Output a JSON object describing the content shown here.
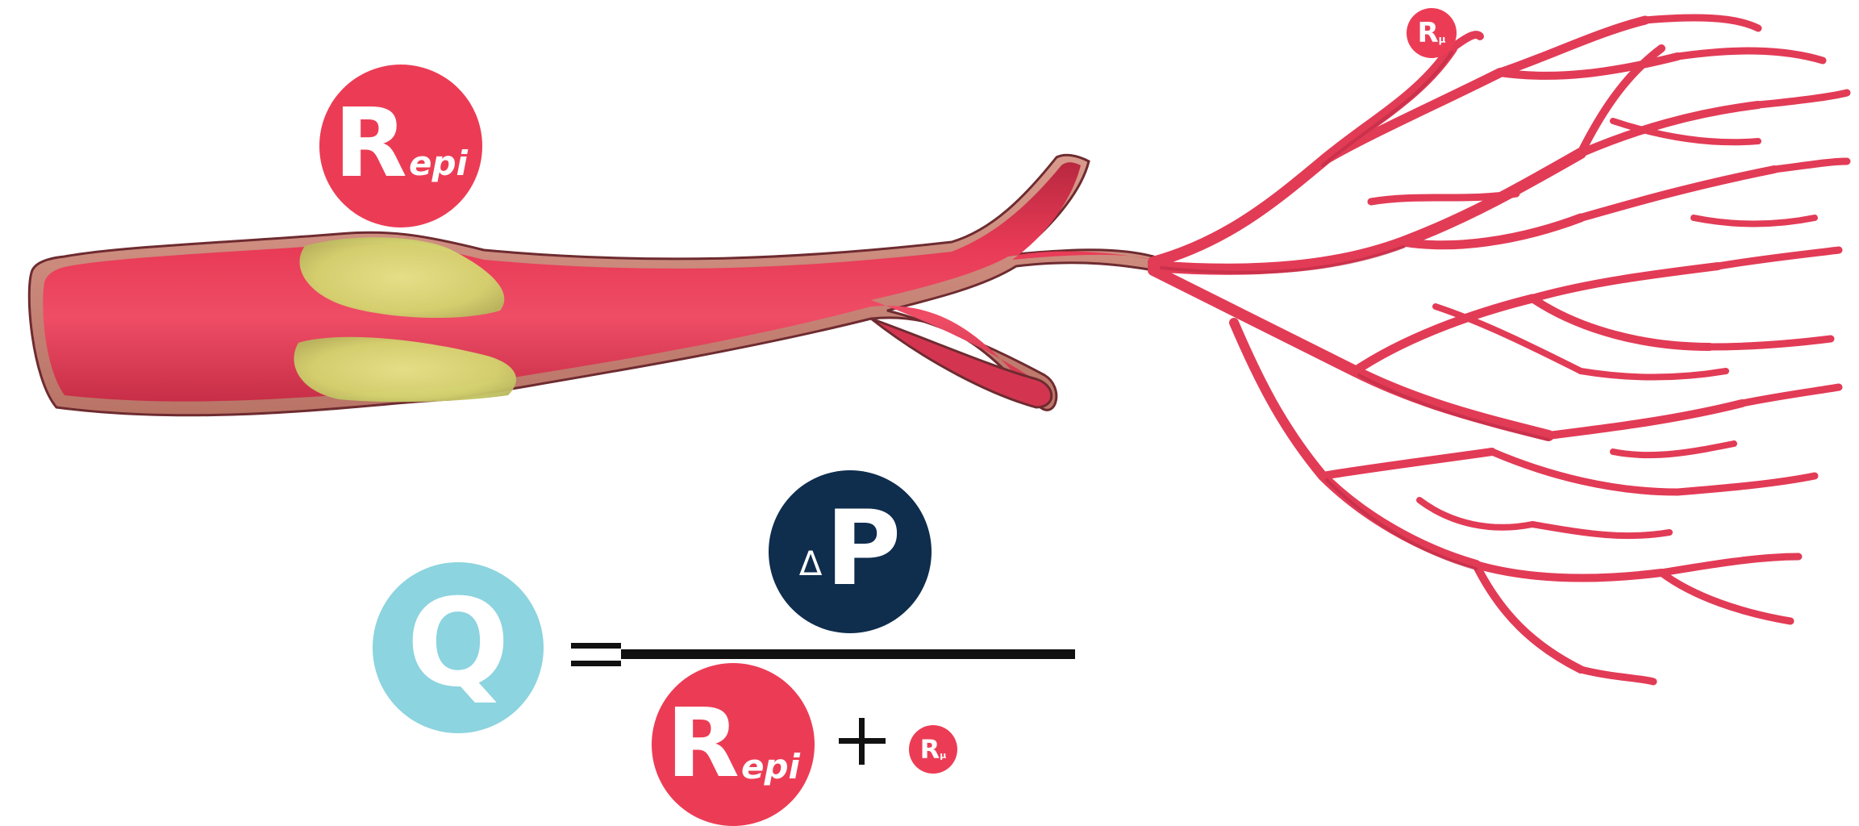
{
  "diagram": {
    "top_label": {
      "main": "R",
      "sub": "epi"
    },
    "micro_label": {
      "main": "R",
      "sub": "μ"
    },
    "formula": {
      "lhs": "Q",
      "numerator": {
        "symbol": "Δ",
        "main": "P"
      },
      "denominator": {
        "term1": {
          "main": "R",
          "sub": "epi"
        },
        "term2": {
          "main": "R",
          "sub": "μ"
        }
      }
    },
    "colors": {
      "resistance": "#ec3c55",
      "flow": "#8cd4df",
      "pressure": "#0f2d4d",
      "vessel": "#e13a55",
      "plaque": "#d9dc7a",
      "ink": "#111111"
    }
  }
}
